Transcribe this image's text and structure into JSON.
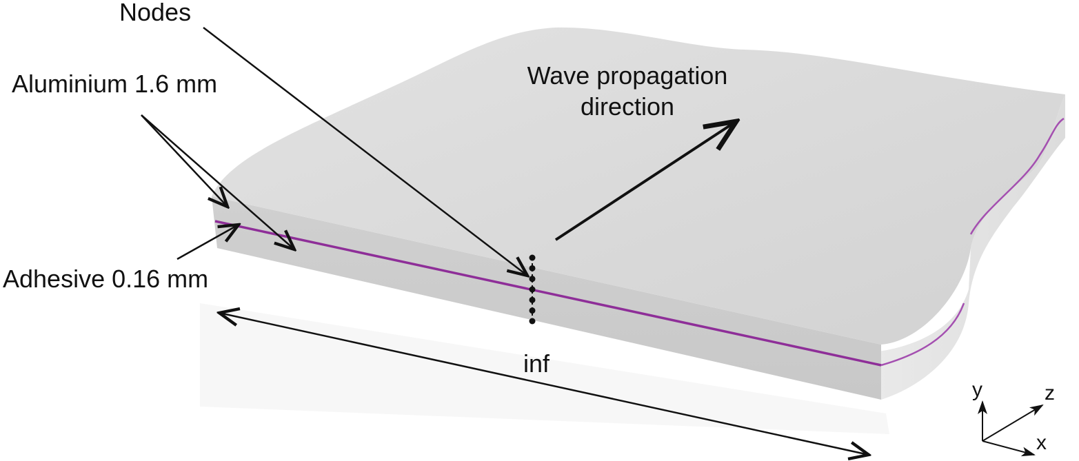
{
  "labels": {
    "nodes": "Nodes",
    "aluminium": "Aluminium 1.6 mm",
    "adhesive": "Adhesive 0.16 mm",
    "wave_line1": "Wave propagation",
    "wave_line2": "direction",
    "inf": "inf"
  },
  "axes": {
    "y": "y",
    "z": "z",
    "x": "x"
  },
  "colors": {
    "plate_top": "#d8d8d8",
    "plate_side": "#cfcfcf",
    "adhesive": "#8e2e98",
    "arrow": "#111111"
  },
  "nodes_count": 7
}
